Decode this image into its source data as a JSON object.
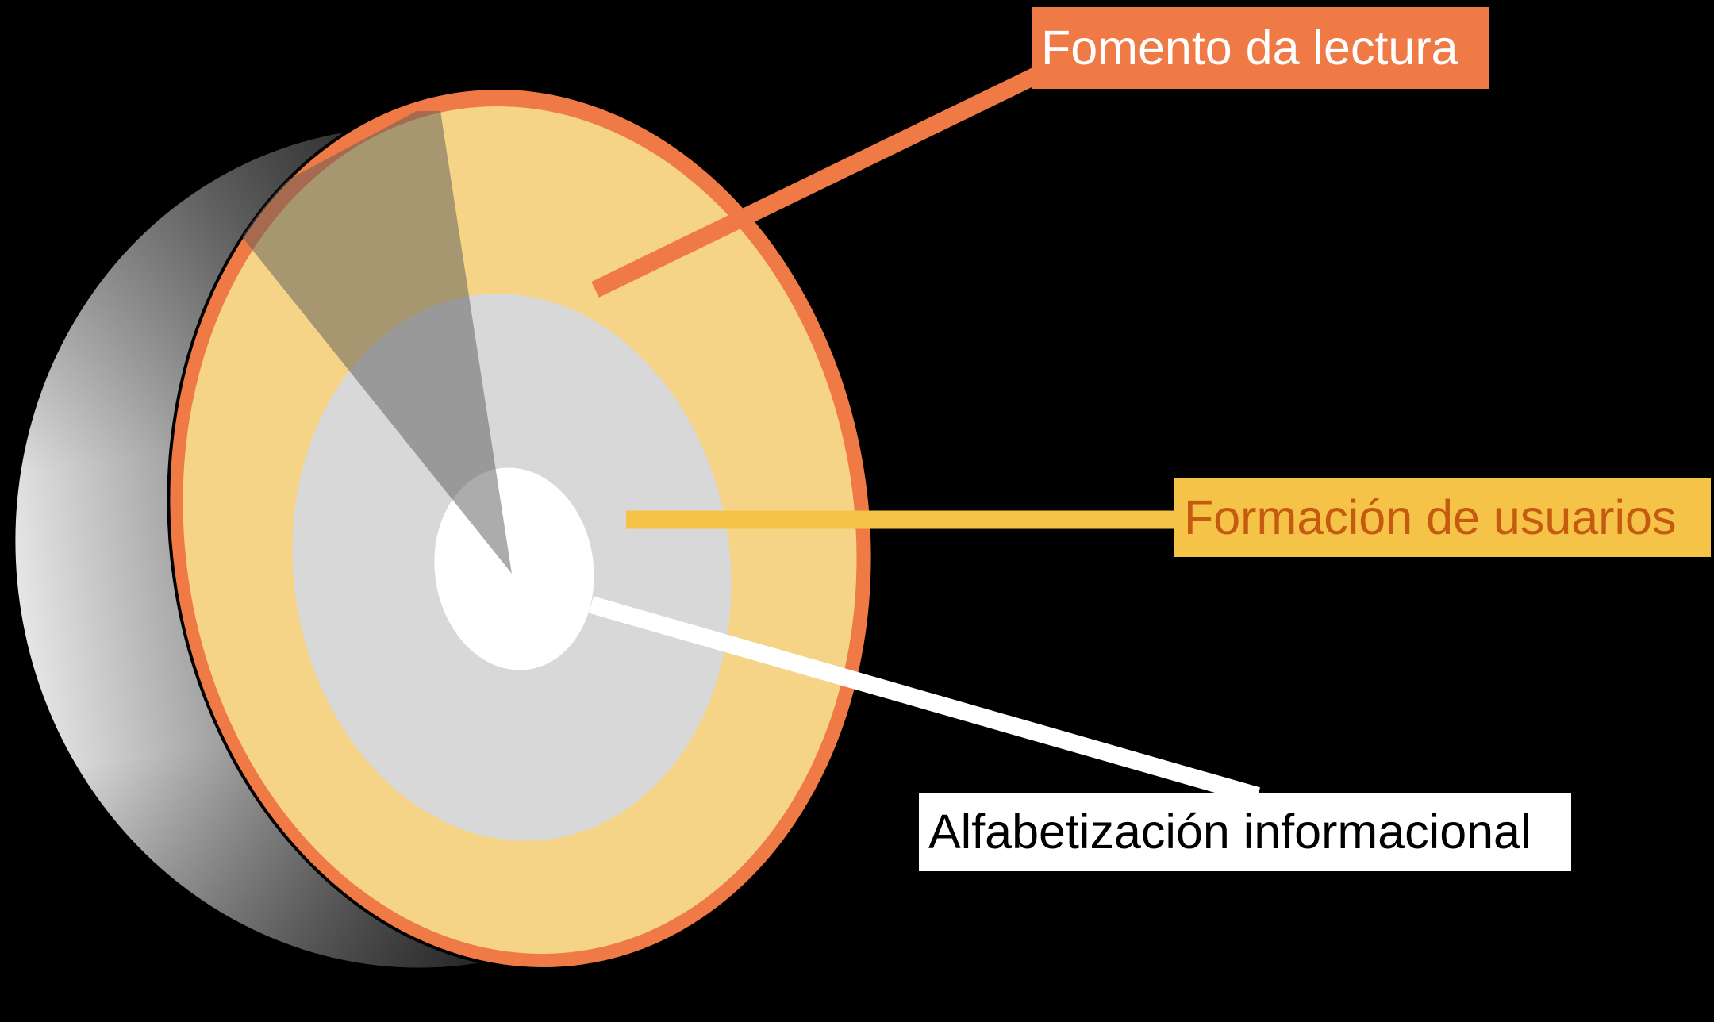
{
  "diagram": {
    "labels": {
      "outer": "Fomento da lectura",
      "middle": "Formación de usuarios",
      "inner": "Alfabetización informacional"
    },
    "colors": {
      "background": "#000000",
      "outer_rim": "#f07a45",
      "outer_ring": "#f5d487",
      "middle_disc": "#d8d8d8",
      "inner_disc": "#ffffff",
      "outer_label_bg": "#f07a45",
      "middle_label_bg": "#f5c348",
      "inner_label_bg": "#ffffff",
      "outer_label_text": "#ffffff",
      "middle_label_text": "#c55a11",
      "inner_label_text": "#000000"
    }
  }
}
